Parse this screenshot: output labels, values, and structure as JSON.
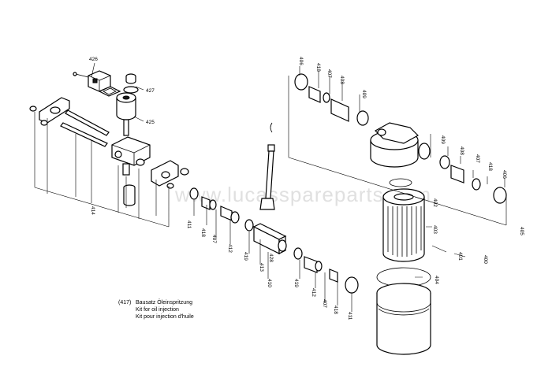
{
  "watermark": "www.lucasspareparts.com",
  "legend": {
    "code": "(417)",
    "lines": [
      "Bausatz Öleinspritzung",
      "Kit for oil injection",
      "Kit pour injection d'huile"
    ]
  },
  "part_numbers": {
    "p426": "426",
    "p427": "427",
    "p425": "425",
    "p414": "414",
    "p411a": "411",
    "p418a": "418",
    "p407a": "407",
    "p412a": "412",
    "p419a": "419",
    "p428": "428",
    "p413": "413",
    "p410": "410",
    "p419b": "419",
    "p412b": "412",
    "p407b": "407",
    "p418b": "418",
    "p411b": "411",
    "p406a": "406",
    "p418c": "418",
    "p407c": "407",
    "p408a": "408",
    "p409a": "409",
    "p409b": "409",
    "p408b": "408",
    "p407d": "407",
    "p418d": "418",
    "p406b": "406",
    "p405": "405",
    "p402": "402",
    "p403": "403",
    "p401": "401",
    "p400": "400",
    "p404": "404"
  }
}
